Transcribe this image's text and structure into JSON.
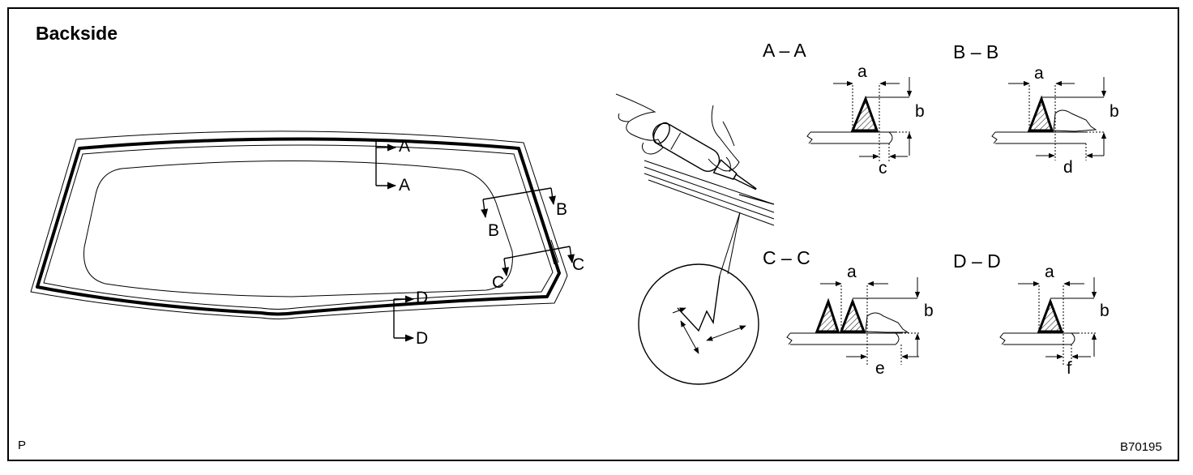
{
  "title": "Backside",
  "corner_mark": "P",
  "figure_id": "B70195",
  "markers": {
    "A_top": "A",
    "A_bottom": "A",
    "B_right": "B",
    "B_left": "B",
    "C_right": "C",
    "C_left": "C",
    "D_top": "D",
    "D_bottom": "D"
  },
  "sections": [
    {
      "id": "A",
      "title": "A – A",
      "labels": {
        "width": "a",
        "height": "b",
        "offset": "c"
      }
    },
    {
      "id": "B",
      "title": "B – B",
      "labels": {
        "width": "a",
        "height": "b",
        "offset": "d"
      }
    },
    {
      "id": "C",
      "title": "C – C",
      "labels": {
        "width": "a",
        "height": "b",
        "offset": "e"
      }
    },
    {
      "id": "D",
      "title": "D – D",
      "labels": {
        "width": "a",
        "height": "b",
        "offset": "f"
      }
    }
  ]
}
